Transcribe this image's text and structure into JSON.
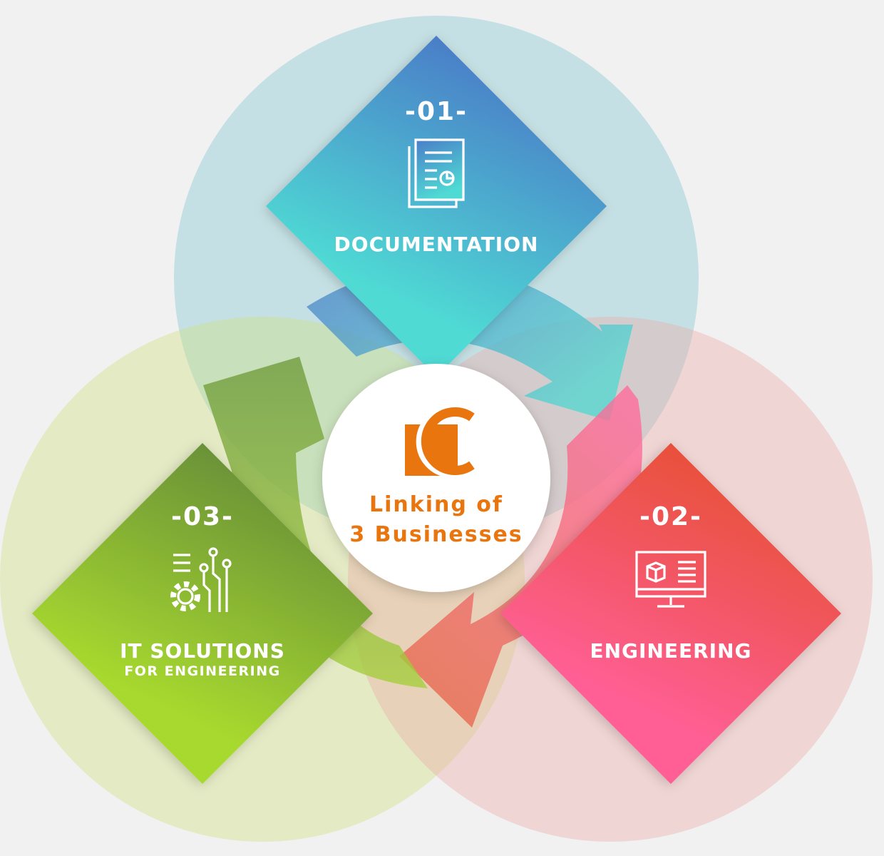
{
  "colors": {
    "documentation_top": "#4a7ec8",
    "documentation_bottom": "#4fdad4",
    "engineering_top": "#e8503a",
    "engineering_bottom": "#ff5f95",
    "it_top": "#6a9238",
    "it_bottom": "#a8d92e",
    "brand_orange": "#e9750f"
  },
  "center": {
    "line1": "Linking of",
    "line2": "3 Businesses",
    "logo_icon": "company-logo-icon"
  },
  "segments": [
    {
      "number": "-01-",
      "title": "DOCUMENTATION",
      "subtitle": "",
      "icon": "document-icon"
    },
    {
      "number": "-02-",
      "title": "ENGINEERING",
      "subtitle": "",
      "icon": "monitor-3d-model-icon"
    },
    {
      "number": "-03-",
      "title": "IT SOLUTIONS",
      "subtitle": "FOR ENGINEERING",
      "icon": "circuit-gear-icon"
    }
  ]
}
